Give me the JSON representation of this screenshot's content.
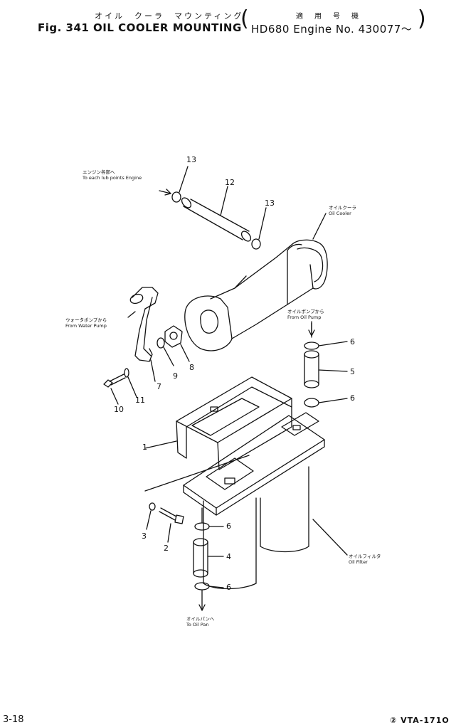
{
  "header": {
    "title_jp": "オイル　クーラ　マウンティング",
    "fig_label": "Fig. 341",
    "title_en": "OIL COOLER MOUNTING",
    "applicable_jp": "適　用　号　機",
    "applicable_en": "HD680 Engine No. 430077～"
  },
  "callouts": [
    {
      "id": "callout-1",
      "label": "1"
    },
    {
      "id": "callout-2",
      "label": "2"
    },
    {
      "id": "callout-3",
      "label": "3"
    },
    {
      "id": "callout-4",
      "label": "4"
    },
    {
      "id": "callout-5",
      "label": "5"
    },
    {
      "id": "callout-6a",
      "label": "6"
    },
    {
      "id": "callout-6b",
      "label": "6"
    },
    {
      "id": "callout-6c",
      "label": "6"
    },
    {
      "id": "callout-6d",
      "label": "6"
    },
    {
      "id": "callout-7",
      "label": "7"
    },
    {
      "id": "callout-8",
      "label": "8"
    },
    {
      "id": "callout-9",
      "label": "9"
    },
    {
      "id": "callout-10",
      "label": "10"
    },
    {
      "id": "callout-11",
      "label": "11"
    },
    {
      "id": "callout-12",
      "label": "12"
    },
    {
      "id": "callout-13a",
      "label": "13"
    },
    {
      "id": "callout-13b",
      "label": "13"
    }
  ],
  "notes": {
    "lub_points_jp": "エンジン各部へ",
    "lub_points_en": "To each lub points Engine",
    "oil_cooler_jp": "オイルクーラ",
    "oil_cooler_en": "Oil Cooler",
    "water_pump_jp": "ウォータポンプから",
    "water_pump_en": "From Water Pump",
    "oil_pump_jp": "オイルポンプから",
    "oil_pump_en": "From Oil Pump",
    "oil_filter_jp": "オイルフィルタ",
    "oil_filter_en": "Oil Filter",
    "oil_pan_jp": "オイルパンへ",
    "oil_pan_en": "To Oil Pan"
  },
  "footer": {
    "page": "3-18",
    "doc_code": "② VTA-171O"
  }
}
